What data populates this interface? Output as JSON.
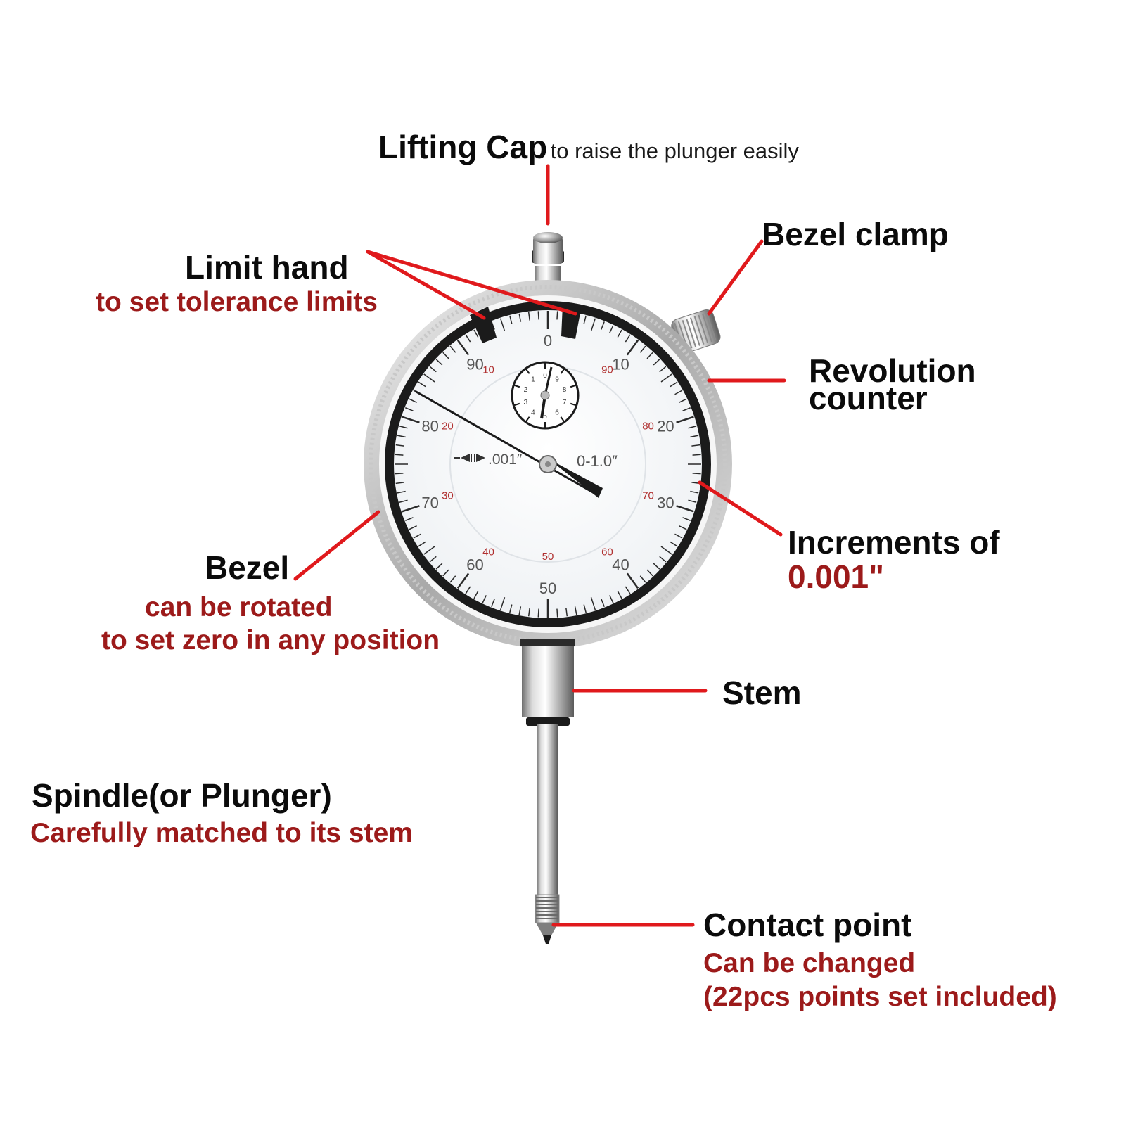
{
  "colors": {
    "accent": "#e0191c",
    "subtitle": "#9c1a1a",
    "label": "#0b0b0b",
    "bezel": "#1a1a1a",
    "dial_text": "#555555",
    "dial_red": "#b03030"
  },
  "labels": {
    "lifting_cap": {
      "title": "Lifting Cap",
      "note": "to raise the plunger easily"
    },
    "limit_hand": {
      "title": "Limit hand",
      "subtitle": "to set tolerance limits"
    },
    "bezel_clamp": {
      "title": "Bezel clamp"
    },
    "revolution_counter": {
      "line1": "Revolution",
      "line2": "counter"
    },
    "increments": {
      "line1": "Increments of",
      "line2": "0.001\""
    },
    "bezel": {
      "title": "Bezel",
      "subtitle1": "can be rotated",
      "subtitle2": "to set zero in any position"
    },
    "stem": {
      "title": "Stem"
    },
    "spindle": {
      "title": "Spindle(or Plunger)",
      "subtitle": "Carefully matched to its stem"
    },
    "contact_point": {
      "title": "Contact point",
      "subtitle1": "Can be changed",
      "subtitle2": "(22pcs points set included)"
    }
  },
  "dial": {
    "resolution": ".001″",
    "range": "0-1.0″",
    "outer_numbers": [
      "0",
      "10",
      "20",
      "30",
      "40",
      "50",
      "60",
      "70",
      "80",
      "90"
    ],
    "inner_numbers": [
      "0",
      "90",
      "80",
      "70",
      "60",
      "50",
      "40",
      "30",
      "20",
      "10"
    ],
    "counter_numbers": [
      "0",
      "9",
      "8",
      "7",
      "6",
      "5",
      "4",
      "3",
      "2",
      "1"
    ],
    "icons": [
      "plunger-icon",
      "spindle-icon",
      "stem-icon",
      "bezel-clamp-icon",
      "limit-hand-icon"
    ]
  }
}
